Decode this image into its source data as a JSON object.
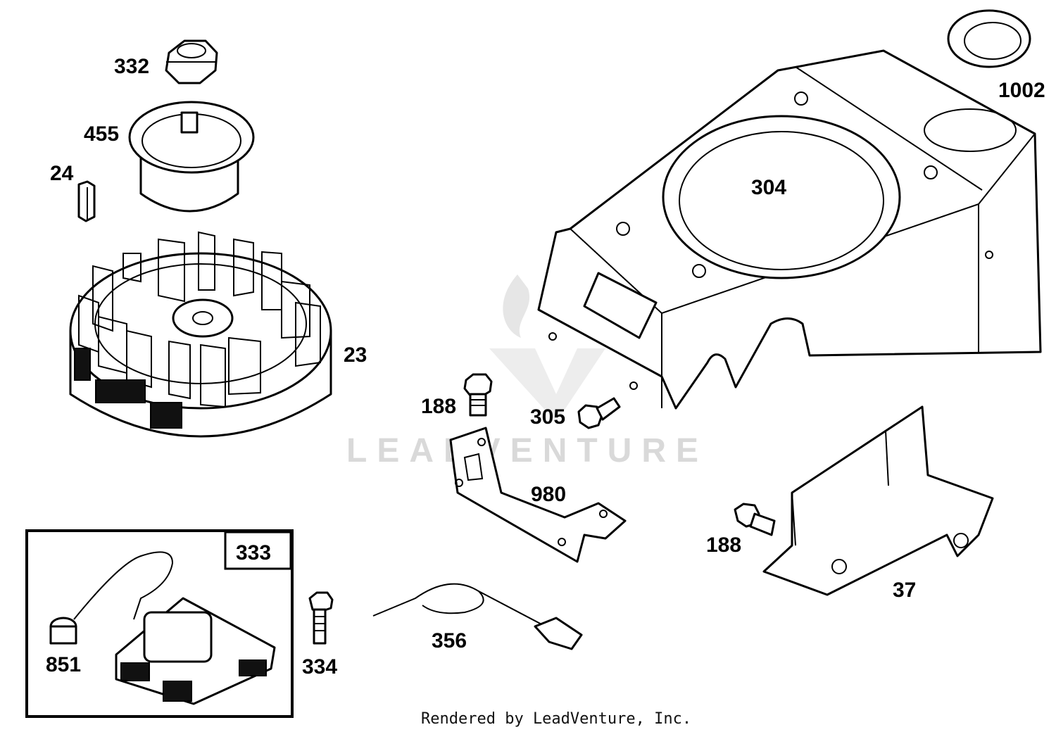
{
  "labels": {
    "l332": "332",
    "l455": "455",
    "l24": "24",
    "l23": "23",
    "l304": "304",
    "l1002": "1002",
    "l188a": "188",
    "l305": "305",
    "l980": "980",
    "l188b": "188",
    "l37": "37",
    "l333": "333",
    "l851": "851",
    "l334": "334",
    "l356": "356"
  },
  "watermark": {
    "text": "LEADVENTURE"
  },
  "footer": {
    "text": "Rendered by LeadVenture, Inc."
  },
  "colors": {
    "ink": "#000000",
    "watermark": "#d9d9d9"
  }
}
